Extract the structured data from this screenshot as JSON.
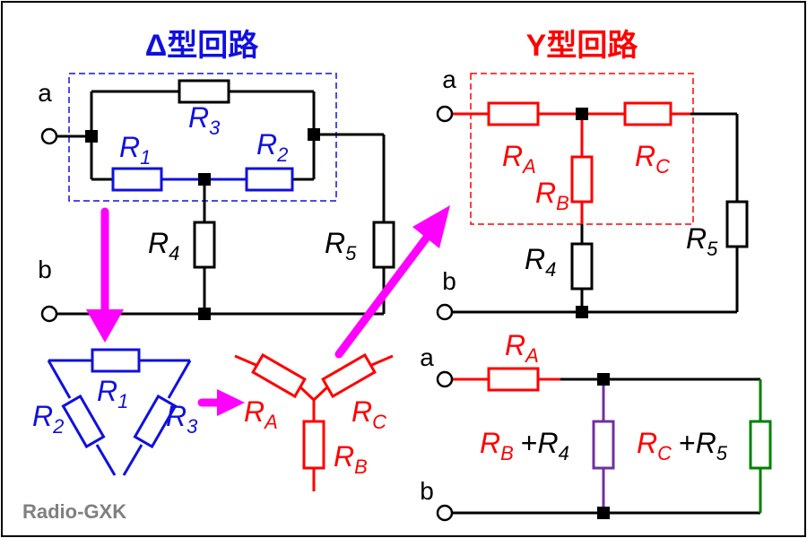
{
  "colors": {
    "delta": "#1010e0",
    "wye": "#ff0000",
    "wire": "#000000",
    "arrow": "#ff00ff",
    "purple": "#7030a0",
    "green": "#008000",
    "watermark": "#808080"
  },
  "titles": {
    "delta": "Δ型回路",
    "wye": "Y型回路"
  },
  "terminals": {
    "a": "a",
    "b": "b"
  },
  "resistors": {
    "R": "R",
    "sub1": "1",
    "sub2": "2",
    "sub3": "3",
    "sub4": "4",
    "sub5": "5",
    "subA": "A",
    "subB": "B",
    "subC": "C"
  },
  "combined": {
    "plus": "+"
  },
  "watermark": "Radio-GXK"
}
